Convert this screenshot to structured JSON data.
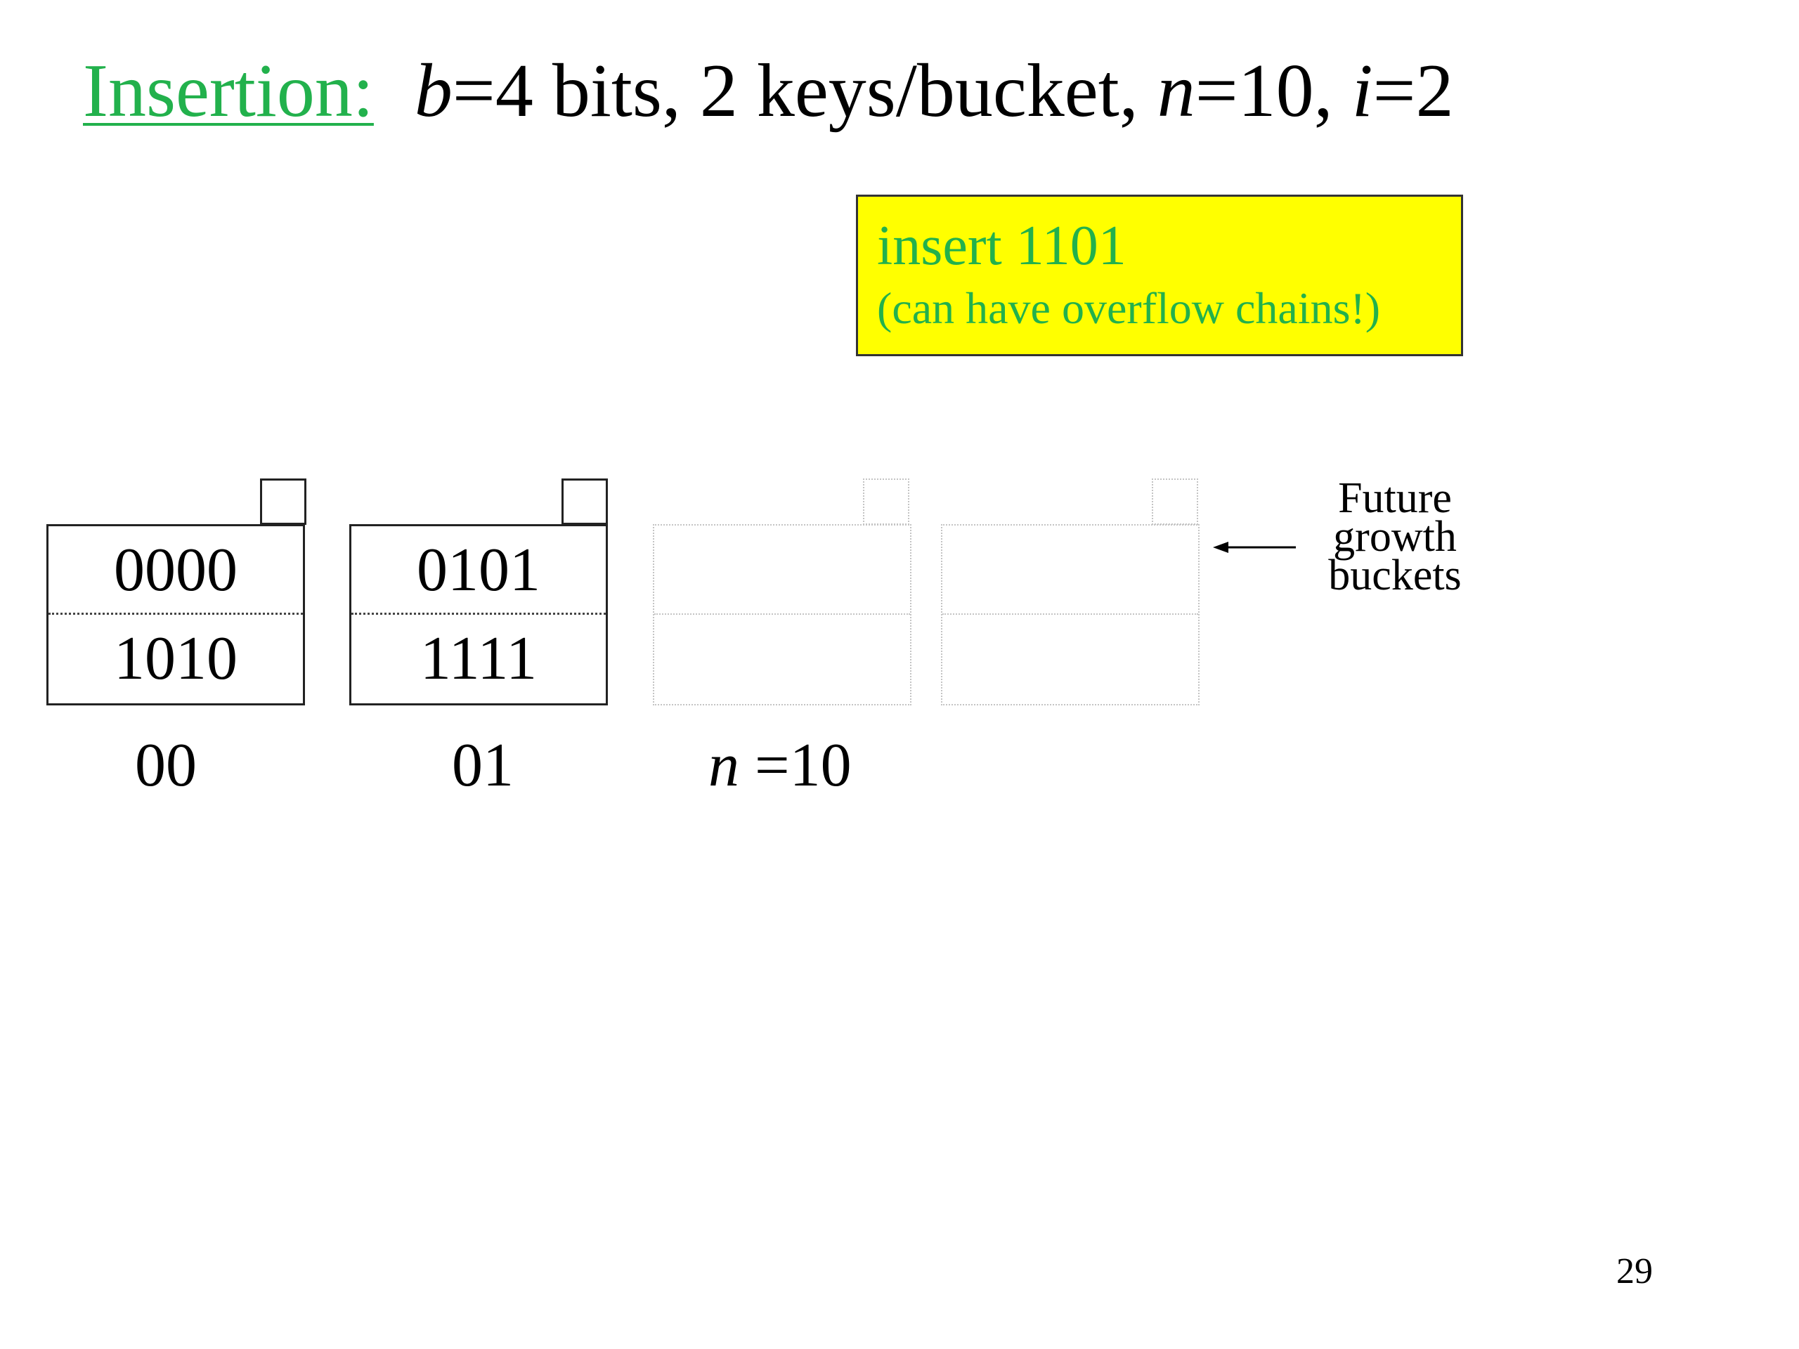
{
  "title": {
    "label": "Insertion:",
    "b_var": "b",
    "b_rest": "=4 bits, 2 keys/bucket, ",
    "n_var": "n",
    "n_rest": "=10, ",
    "i_var": "i",
    "i_rest": "=2"
  },
  "callout": {
    "line1": "insert 1101",
    "line2": "(can have overflow chains!)"
  },
  "buckets": [
    {
      "keys": [
        "0000",
        "1010"
      ],
      "label": "00"
    },
    {
      "keys": [
        "0101",
        "1111"
      ],
      "label": "01"
    },
    {
      "keys": [
        "",
        ""
      ],
      "label_var": "n",
      "label_rest": " =10"
    },
    {
      "keys": [
        "",
        ""
      ]
    }
  ],
  "future_note": {
    "line1": "Future",
    "line2": "growth",
    "line3": "buckets"
  },
  "page_number": "29",
  "colors": {
    "accent_green": "#22b14c",
    "callout_background": "#ffff00",
    "faint_outline": "#c4c4c4",
    "text": "#000000"
  },
  "icons": {
    "future_arrow": "arrow-left-icon"
  }
}
